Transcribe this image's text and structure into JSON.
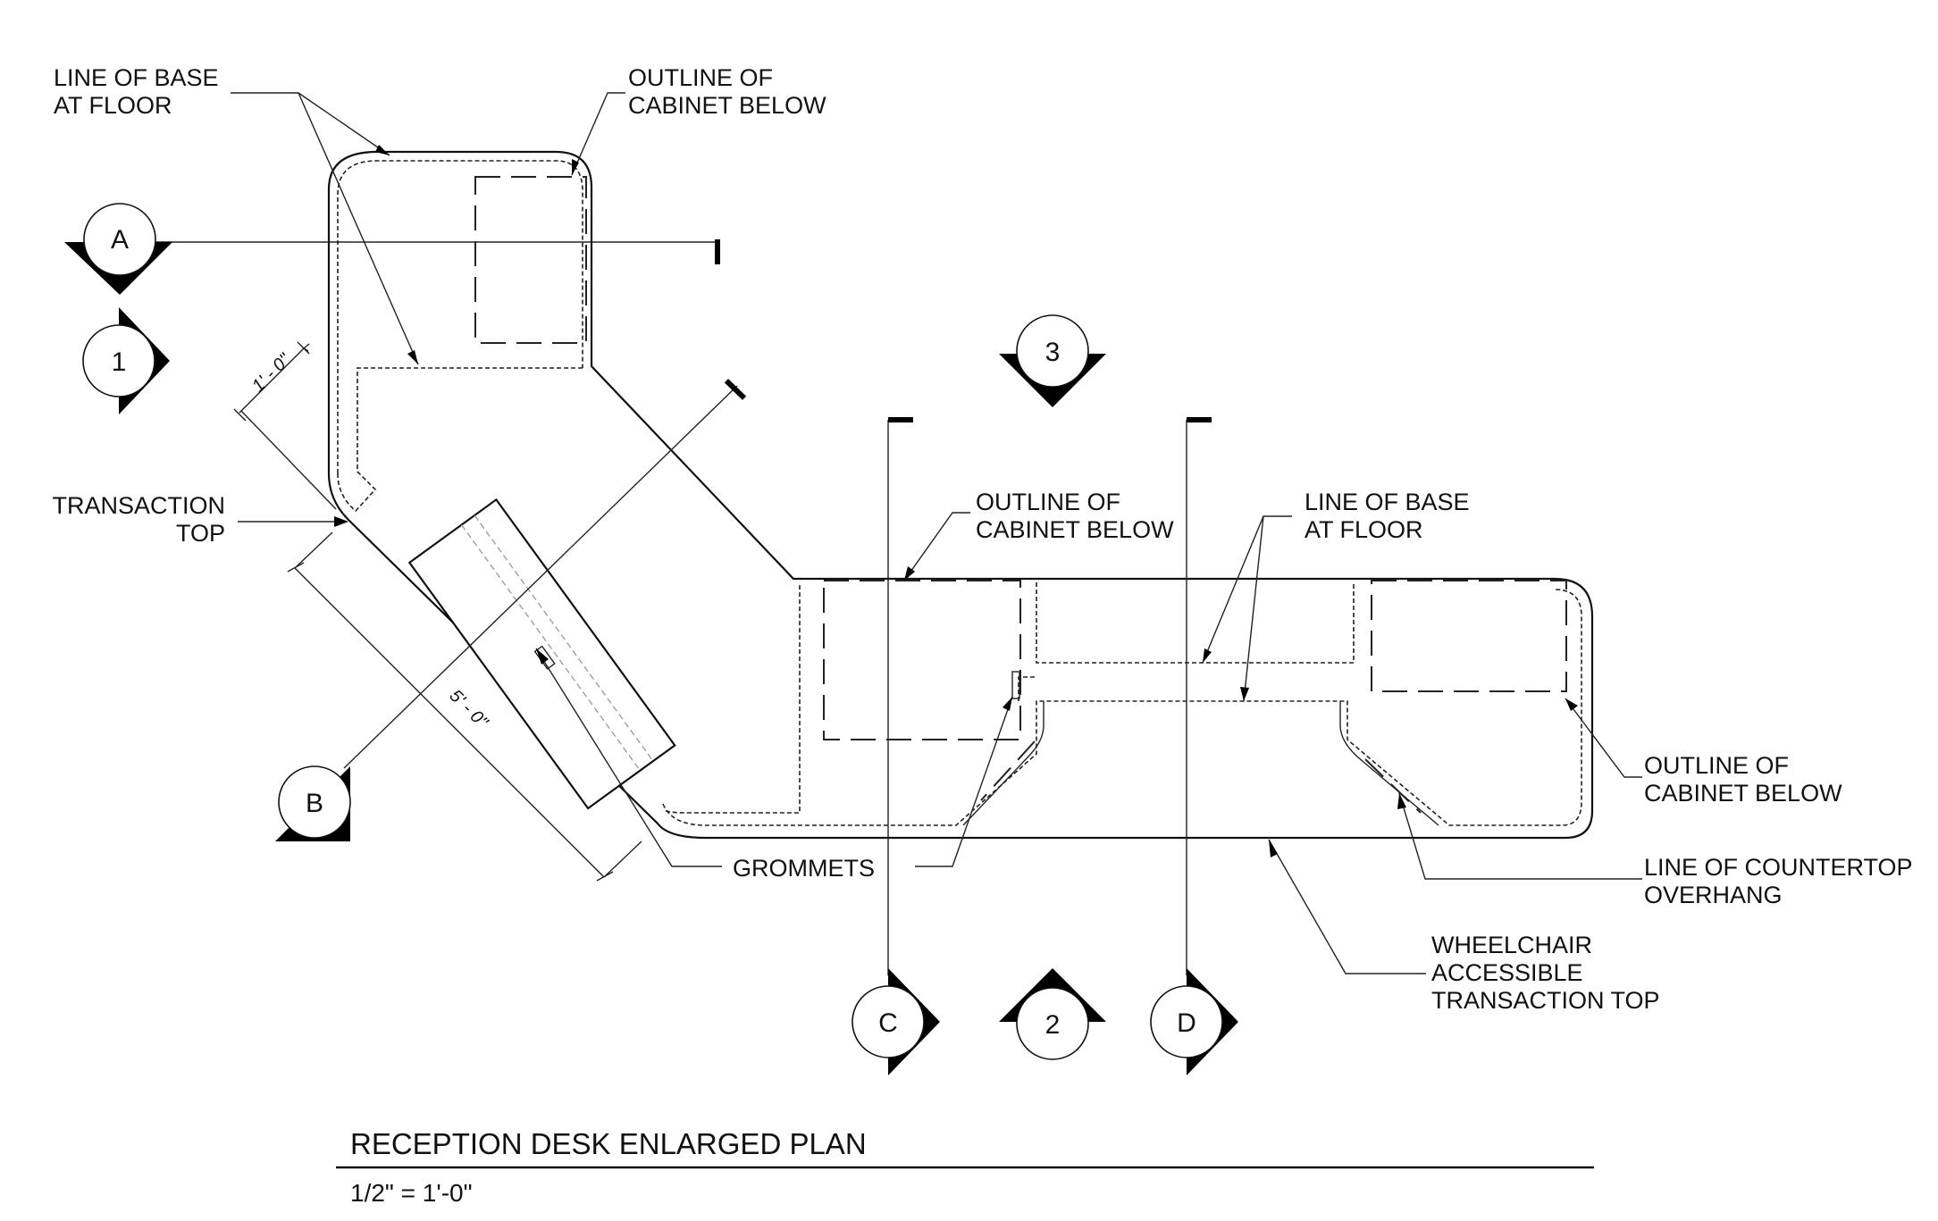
{
  "notes": {
    "line_of_base_top": [
      "LINE OF BASE",
      "AT FLOOR"
    ],
    "outline_cabinet_top": [
      "OUTLINE OF",
      "CABINET BELOW"
    ],
    "transaction_top": [
      "TRANSACTION",
      "TOP"
    ],
    "outline_cabinet_mid": [
      "OUTLINE OF",
      "CABINET BELOW"
    ],
    "line_of_base_mid": [
      "LINE OF BASE",
      "AT FLOOR"
    ],
    "outline_cabinet_right": [
      "OUTLINE OF",
      "CABINET BELOW"
    ],
    "grommets": "GROMMETS",
    "countertop_overhang": [
      "LINE OF COUNTERTOP",
      "OVERHANG"
    ],
    "wheelchair_top": [
      "WHEELCHAIR",
      "ACCESSIBLE",
      "TRANSACTION TOP"
    ]
  },
  "markers": {
    "section_a": "A",
    "section_b": "B",
    "section_c": "C",
    "section_d": "D",
    "elevation_1": "1",
    "elevation_2": "2",
    "elevation_3": "3"
  },
  "dimensions": {
    "depth": "1' - 0\"",
    "length": "5' - 0\""
  },
  "title": {
    "name": "RECEPTION DESK ENLARGED PLAN",
    "scale": "1/2\" = 1'-0\""
  }
}
